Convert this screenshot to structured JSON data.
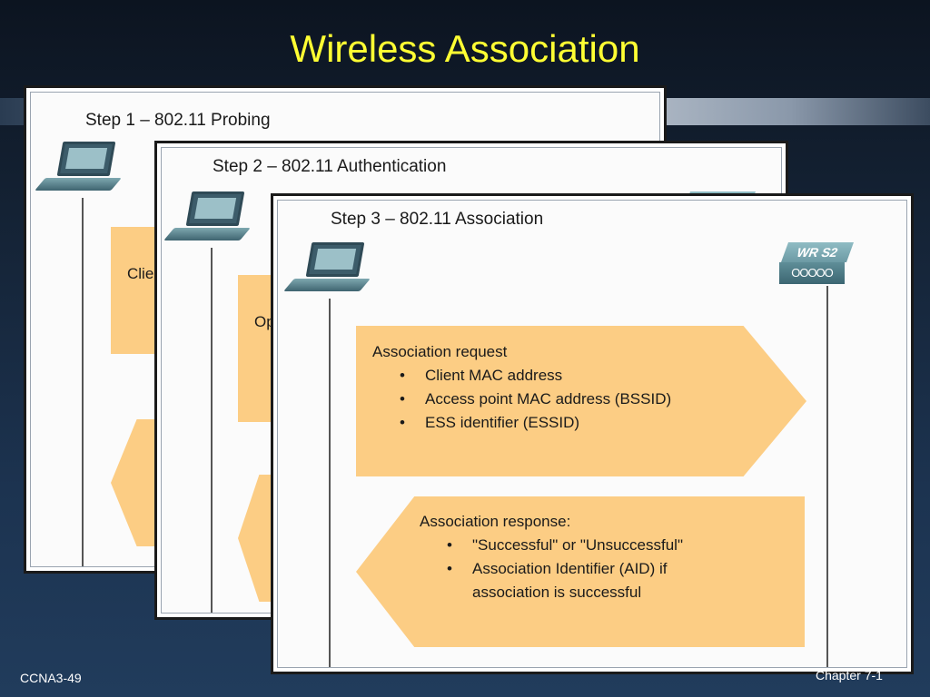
{
  "slide": {
    "title": "Wireless Association",
    "slide_number": "CCNA3-49",
    "chapter": "Chapter 7-1"
  },
  "panels": [
    {
      "title": "Step 1 – 802.11 Probing",
      "visible_fragment": "Clie"
    },
    {
      "title": "Step 2 – 802.11 Authentication",
      "visible_fragment": "Op"
    },
    {
      "title": "Step 3 – 802.11 Association",
      "device_label": "WR S2",
      "device_ports": "OOOOO",
      "request": {
        "heading": "Association request",
        "items": [
          "Client MAC address",
          "Access point MAC address (BSSID)",
          "ESS identifier (ESSID)"
        ]
      },
      "response": {
        "heading": "Association response:",
        "items": [
          "\"Successful\" or \"Unsuccessful\"",
          "Association Identifier (AID) if"
        ],
        "continuation": "association is successful"
      }
    }
  ],
  "colors": {
    "title": "#ffff33",
    "arrow_fill": "#fccd84",
    "background": "#1c3350"
  },
  "icons": [
    "laptop-icon",
    "access-point-icon"
  ]
}
